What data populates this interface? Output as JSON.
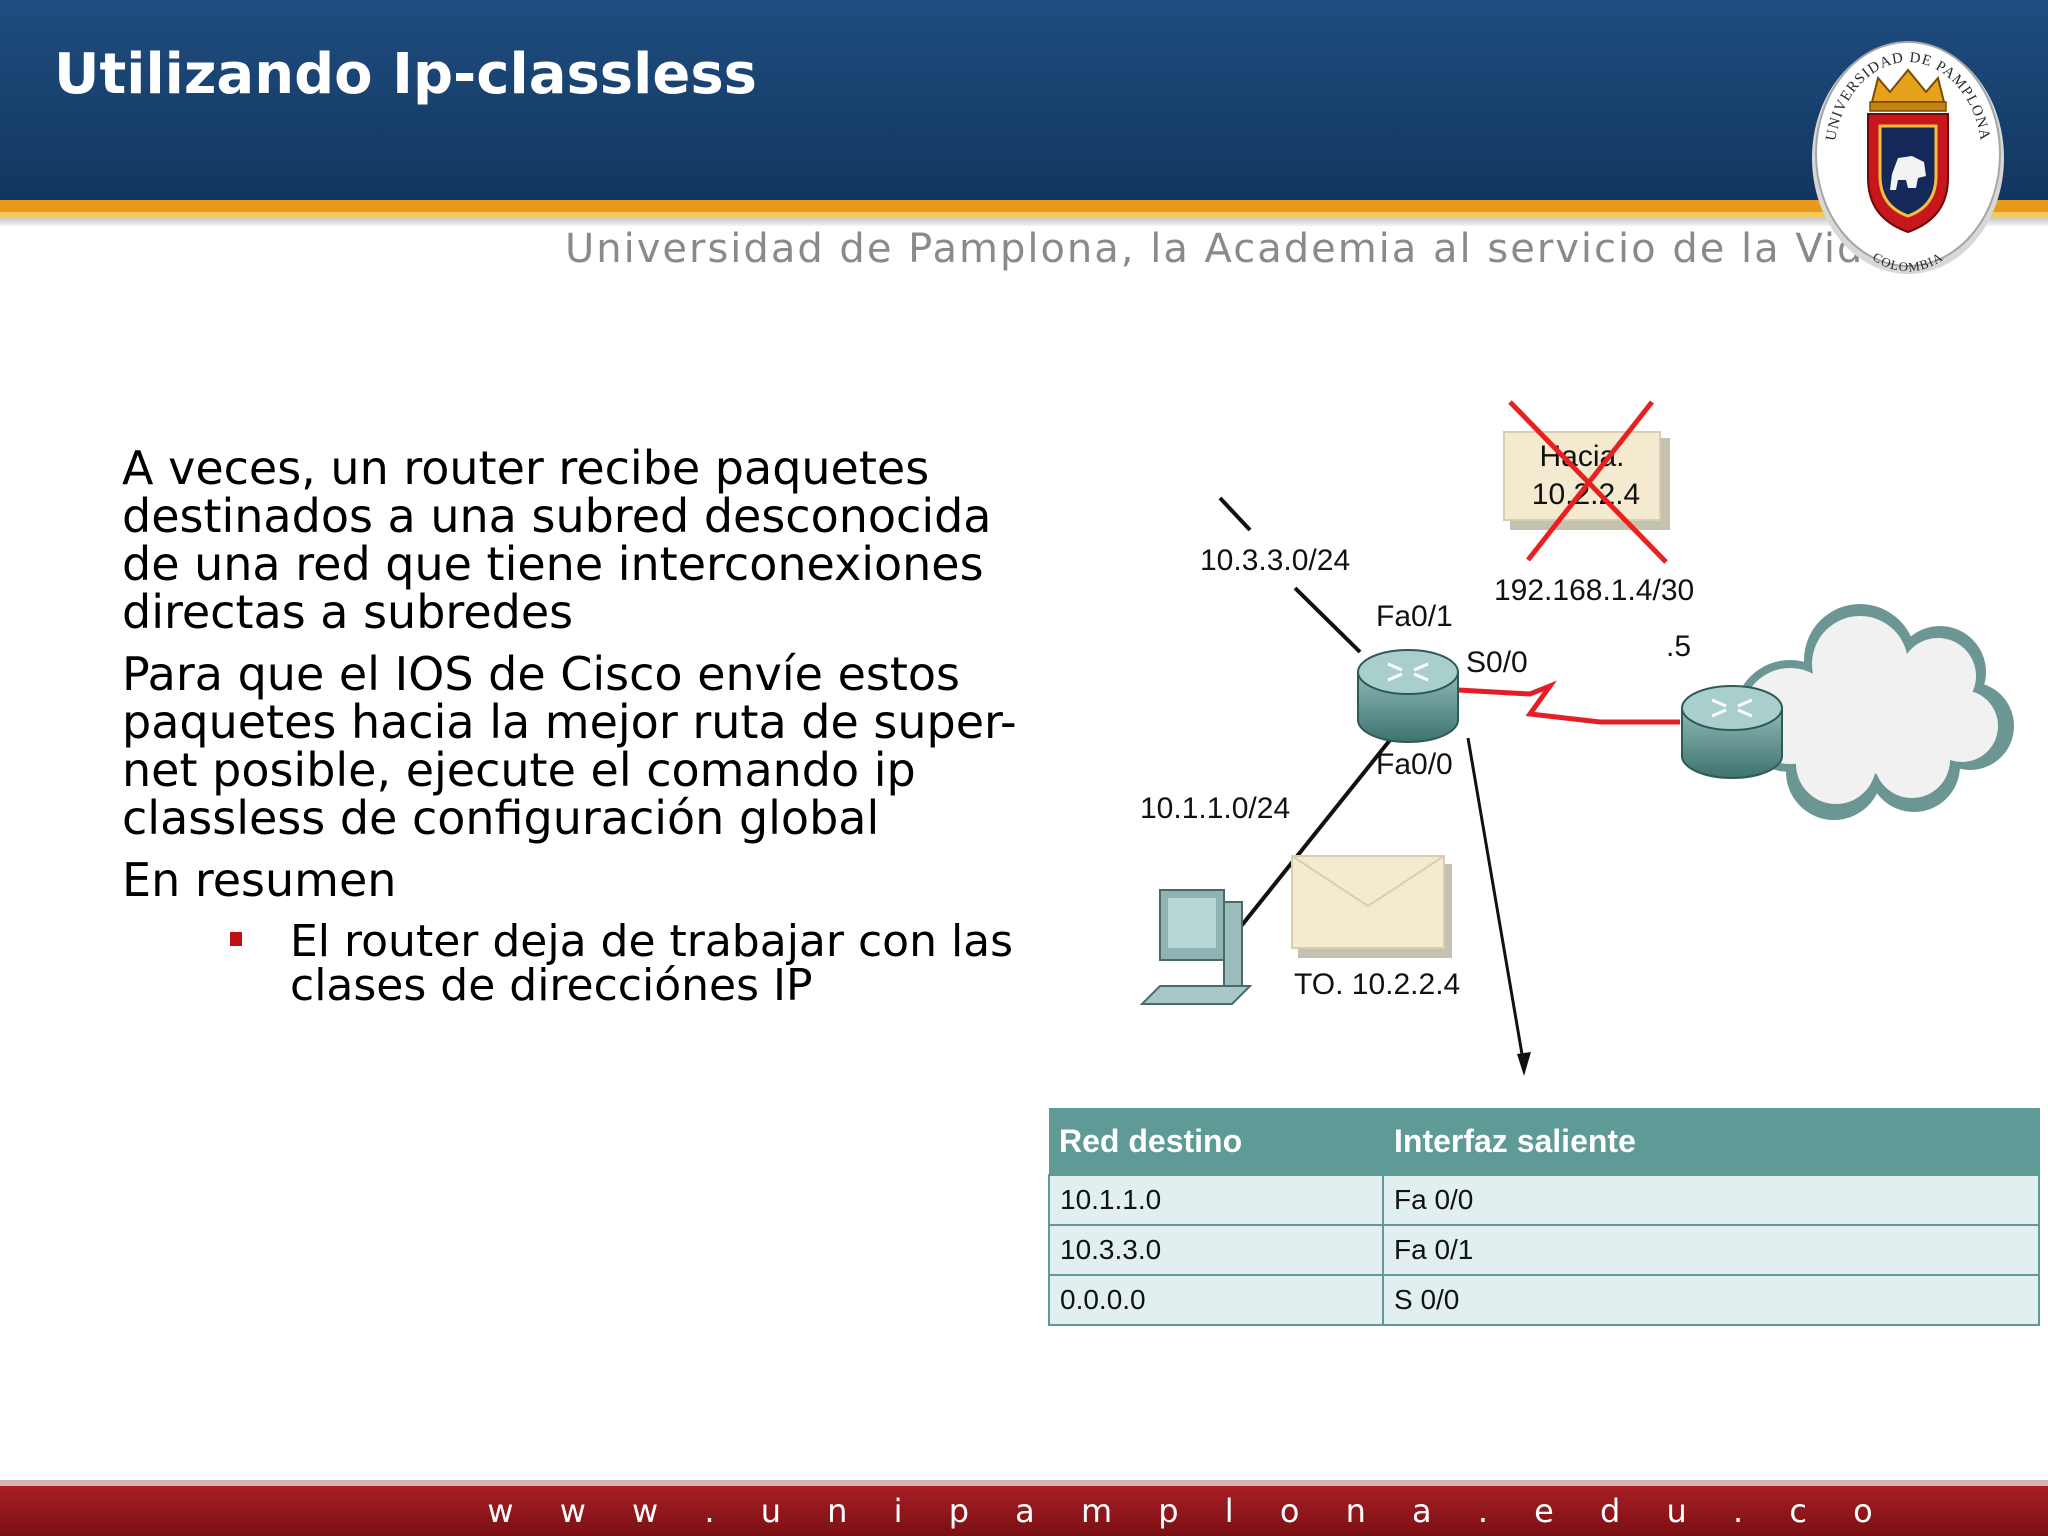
{
  "slide": {
    "title": "Utilizando Ip-classless",
    "motto": "Universidad de Pamplona, la Academia al servicio de la Vida",
    "footer_url": "w w w . u n i p a m p l o n a . e d u . c o"
  },
  "seal": {
    "top_text": "UNIVERSIDAD DE PAMPLONA",
    "bottom_text": "COLOMBIA"
  },
  "content": {
    "paragraphs": [
      "A veces, un router recibe paquetes destinados a una subred desconocida de una red que tiene interconexiones directas a subredes",
      "Para que el IOS de Cisco envíe estos paquetes hacia la mejor ruta de super-net posible, ejecute el comando ip classless de configuración global",
      "En resumen"
    ],
    "bullets": [
      "El router deja de trabajar con las clases de direcciónes IP"
    ]
  },
  "diagram": {
    "net_top": "10.3.3.0/24",
    "net_bottom": "10.1.1.0/24",
    "fa01": "Fa0/1",
    "fa00": "Fa0/0",
    "s00": "S0/0",
    "serial_net": "192.168.1.4/30",
    "remote_host": ".5",
    "crossed_envelope_line1": "Hacia.",
    "crossed_envelope_line2": "10.2.2.4",
    "envelope": "TO. 10.2.2.4"
  },
  "routing_table": {
    "headers": [
      "Red destino",
      "Interfaz saliente"
    ],
    "rows": [
      [
        "10.1.1.0",
        "Fa 0/0"
      ],
      [
        "10.3.3.0",
        "Fa 0/1"
      ],
      [
        "0.0.0.0",
        "S 0/0"
      ]
    ]
  },
  "colors": {
    "header_blue": "#1a4273",
    "accent_orange": "#e99a1c",
    "footer_red": "#8e1a1f",
    "table_header": "#5f9a96",
    "table_cell": "#e2eff0",
    "bullet_red": "#c01014",
    "cross_red": "#e82020"
  }
}
